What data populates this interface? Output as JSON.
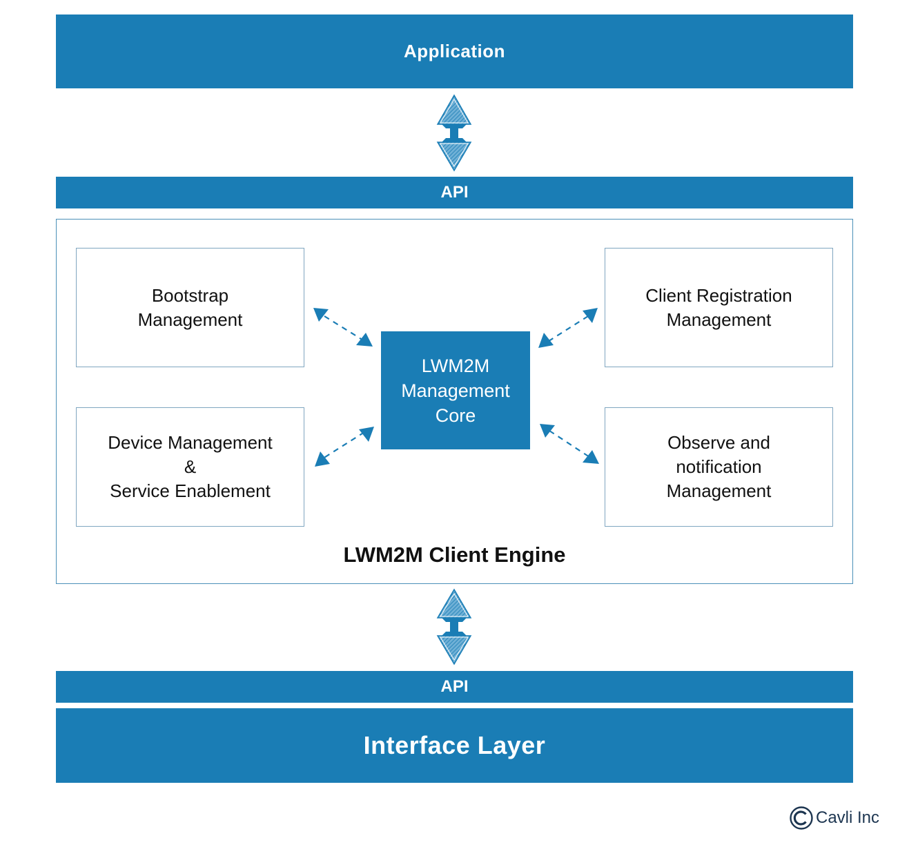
{
  "diagram": {
    "application_label": "Application",
    "api_top_label": "API",
    "engine": {
      "title": "LWM2M Client Engine",
      "modules": {
        "bootstrap": [
          "Bootstrap",
          "Management"
        ],
        "registration": [
          "Client Registration",
          "Management"
        ],
        "device": [
          "Device Management",
          "&",
          "Service Enablement"
        ],
        "observe": [
          "Observe and",
          "notification",
          "Management"
        ]
      },
      "core": [
        "LWM2M",
        "Management",
        "Core"
      ]
    },
    "api_bottom_label": "API",
    "interface_label": "Interface Layer",
    "copyright": {
      "icon": "copyright-icon",
      "text": "Cavli Inc"
    },
    "colors": {
      "primary_blue": "#1a7db5",
      "border_blue": "#4a8fb8",
      "box_border": "#7fa6c0",
      "copyright_text": "#1c3550"
    }
  }
}
